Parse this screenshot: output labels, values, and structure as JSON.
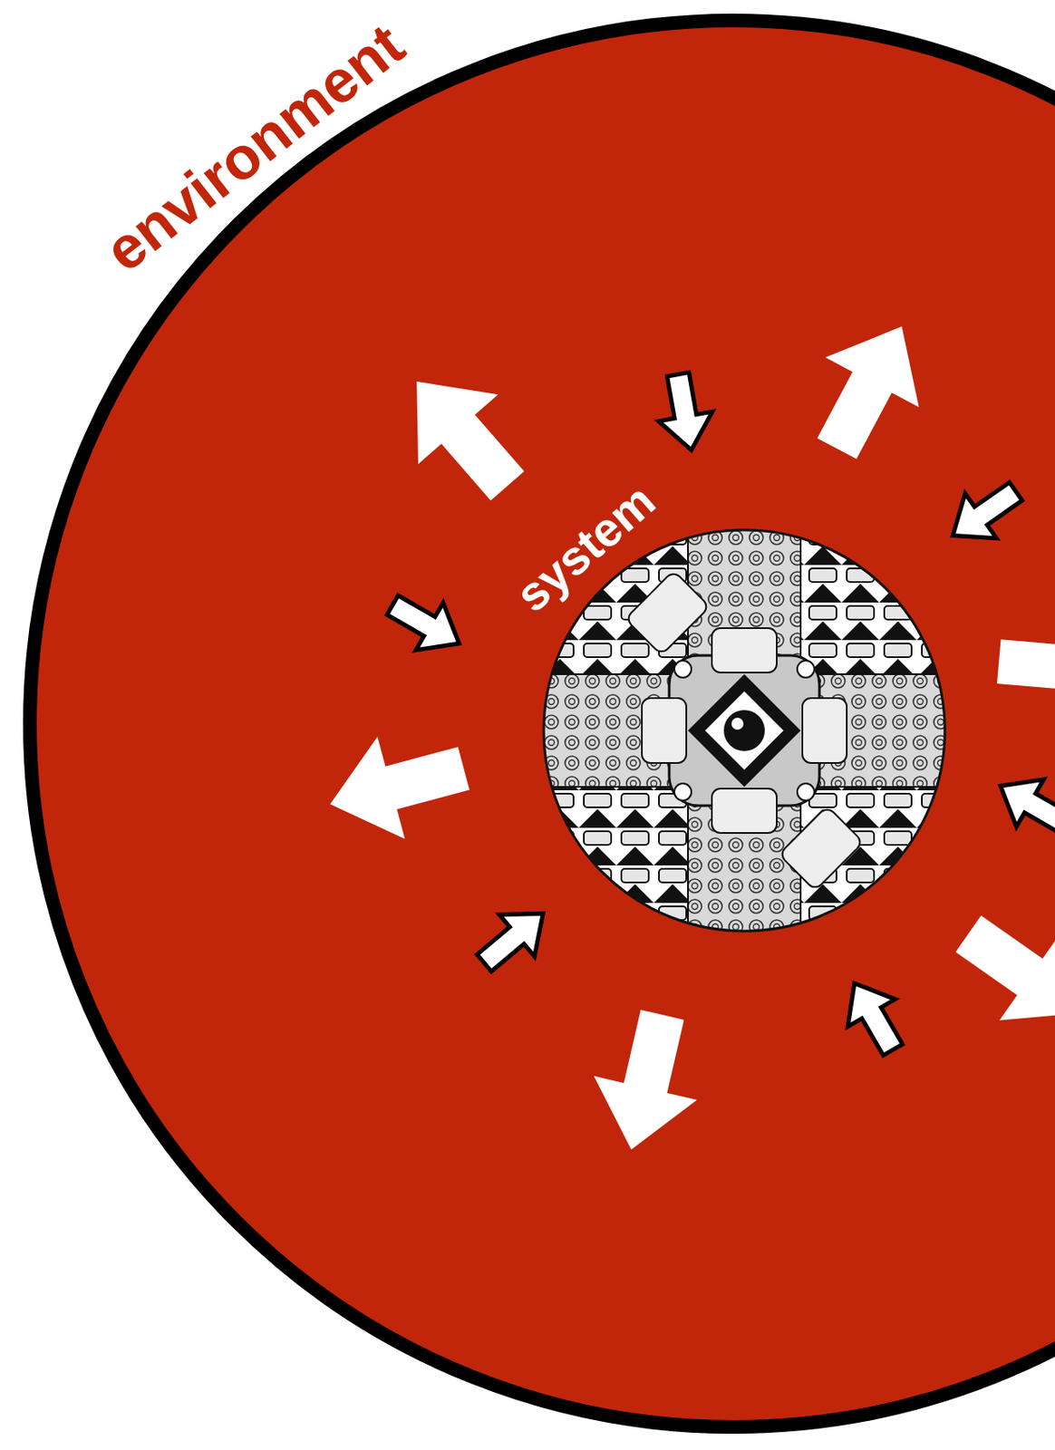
{
  "diagram": {
    "nodes": [
      {
        "text": [
          "environment"
        ]
      },
      {
        "text": [
          "system"
        ],
        "in": 0
      }
    ]
  }
}
